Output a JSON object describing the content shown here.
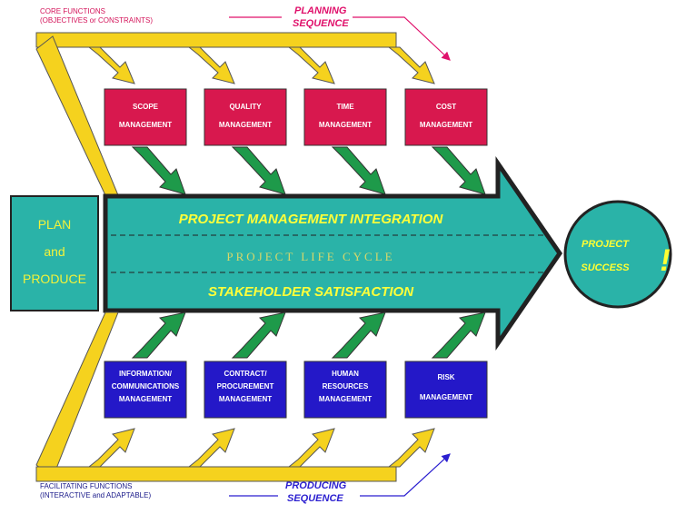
{
  "core_functions": {
    "line1": "CORE FUNCTIONS",
    "line2": "(OBJECTIVES or CONSTRAINTS)"
  },
  "planning_sequence": {
    "line1": "PLANNING",
    "line2": "SEQUENCE"
  },
  "top_boxes": [
    {
      "line1": "SCOPE",
      "line2": "MANAGEMENT"
    },
    {
      "line1": "QUALITY",
      "line2": "MANAGEMENT"
    },
    {
      "line1": "TIME",
      "line2": "MANAGEMENT"
    },
    {
      "line1": "COST",
      "line2": "MANAGEMENT"
    }
  ],
  "plan_box": {
    "line1": "PLAN",
    "line2": "and",
    "line3": "PRODUCE"
  },
  "main_arrow": {
    "top": "PROJECT MANAGEMENT INTEGRATION",
    "middle": "PROJECT LIFE CYCLE",
    "bottom": "STAKEHOLDER SATISFACTION"
  },
  "success": {
    "line1": "PROJECT",
    "line2": "SUCCESS",
    "mark": "!"
  },
  "bottom_boxes": [
    {
      "line1": "INFORMATION/",
      "line2": "COMMUNICATIONS",
      "line3": "MANAGEMENT"
    },
    {
      "line1": "CONTRACT/",
      "line2": "PROCUREMENT",
      "line3": "MANAGEMENT"
    },
    {
      "line1": "HUMAN",
      "line2": "RESOURCES",
      "line3": "MANAGEMENT"
    },
    {
      "line1": "RISK",
      "line2": "MANAGEMENT",
      "line3": ""
    }
  ],
  "facilitating_functions": {
    "line1": "FACILITATING   FUNCTIONS",
    "line2": "(INTERACTIVE and ADAPTABLE)"
  },
  "producing_sequence": {
    "line1": "PRODUCING",
    "line2": "SEQUENCE"
  },
  "colors": {
    "yellow": "#f5d21e",
    "teal": "#2ab3a8",
    "green": "#1e9a4a",
    "crimson": "#d8184e",
    "blue": "#2418c8",
    "pink_text": "#e0116b",
    "blue_text": "#2b1fd0"
  }
}
